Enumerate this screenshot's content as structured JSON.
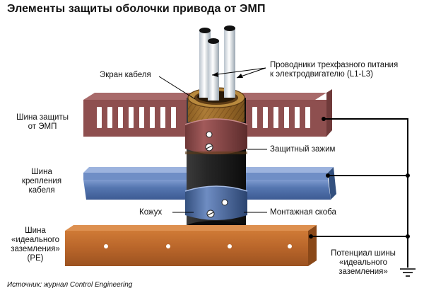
{
  "title": "Элементы защиты оболочки привода от ЭМП",
  "labels": {
    "emp_bus": [
      "Шина защиты",
      "от ЭМП"
    ],
    "mount_bus": [
      "Шина",
      "крепления",
      "кабеля"
    ],
    "ground_bus": [
      "Шина",
      "«идеального",
      "заземления»",
      "(PE)"
    ],
    "cable_screen": "Экран кабеля",
    "conductors": [
      "Проводники трехфазного питания",
      "к электродвигателю (L1-L3)"
    ],
    "protective_clamp": "Защитный зажим",
    "sheath": "Кожух",
    "mounting_bracket": "Монтажная скоба",
    "ground_potential": [
      "Потенциал шины",
      "«идеального",
      "заземления»"
    ]
  },
  "source": "Источник: журнал Control Engineering",
  "colors": {
    "emp_bus": "#8e4f4f",
    "mount_bus": "#4f6fa8",
    "ground_bus": "#b8652a",
    "cable_jacket": "#1c1c1c",
    "screen": "#a0722c",
    "conductor": "#e8eef2",
    "wire": "#000000"
  }
}
